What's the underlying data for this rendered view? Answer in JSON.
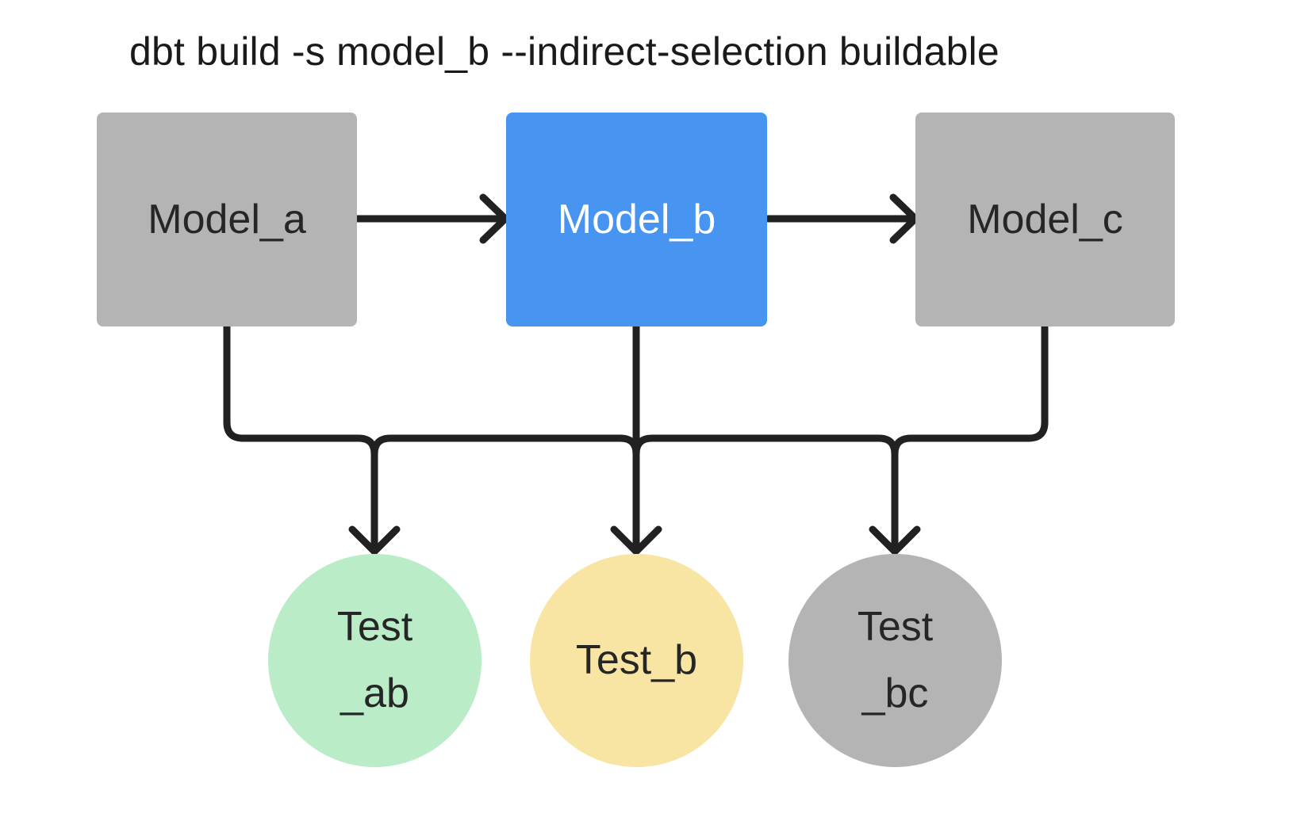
{
  "title": "dbt build -s model_b --indirect-selection buildable",
  "nodes": {
    "models": [
      {
        "label": "Model_a",
        "fill": "#b4b4b4"
      },
      {
        "label": "Model_b",
        "fill": "#4794f1"
      },
      {
        "label": "Model_c",
        "fill": "#b4b4b4"
      }
    ],
    "tests": [
      {
        "label_line1": "Test",
        "label_line2": "_ab",
        "fill": "#b9ecc7"
      },
      {
        "label_line1": "Test_b",
        "label_line2": "",
        "fill": "#f8e4a3"
      },
      {
        "label_line1": "Test",
        "label_line2": "_bc",
        "fill": "#b4b4b4"
      }
    ]
  },
  "edges": [
    {
      "from": "Model_a",
      "to": "Model_b"
    },
    {
      "from": "Model_b",
      "to": "Model_c"
    },
    {
      "from": "Model_a, Model_b, Model_c",
      "to": "Test_ab, Test_b, Test_bc",
      "style": "merged-bus"
    }
  ],
  "colors": {
    "model_gray": "#b4b4b4",
    "model_selected_blue": "#4794f1",
    "test_ab_green": "#b9ecc7",
    "test_b_yellow": "#f8e4a3",
    "test_bc_gray": "#b4b4b4",
    "edge_black": "#212121",
    "label_dark": "#262626",
    "label_light": "#ffffff",
    "title_text": "#1a1a1a",
    "background": "#ffffff"
  }
}
